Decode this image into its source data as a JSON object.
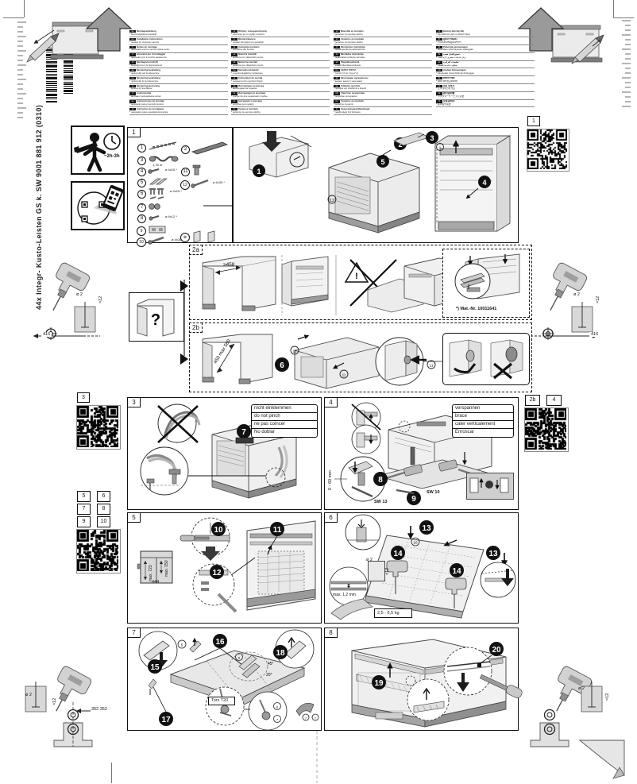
{
  "document": {
    "spine_text": "44x Integr- Kusto-Leisten GS   k. SW     9001 881 912   (0310)",
    "barcode_label": "9001 881 912"
  },
  "legend": {
    "columns": [
      {
        "entries": [
          {
            "tag": "de",
            "title": "Montageanleitung",
            "sub": "* bei Kundendienst benötigt"
          },
          {
            "tag": "en",
            "title": "Installation instructions",
            "sub": "* needed for customer service"
          },
          {
            "tag": "fr",
            "title": "Notice de montage",
            "sub": "* nécessaire pour le service après-vente"
          },
          {
            "tag": "it",
            "title": "Istruzioni per il montaggio",
            "sub": "* necessario per il servizio assistenza"
          },
          {
            "tag": "nl",
            "title": "Montagevoorschrift",
            "sub": "* benodigd voor de Servicedienst"
          },
          {
            "tag": "da",
            "title": "Monteringsvejledning",
            "sub": "* nødvendig ved kundeservice"
          },
          {
            "tag": "no",
            "title": "Monteringsveiledning",
            "sub": "* nødvendig for kundeservice"
          },
          {
            "tag": "sv",
            "title": "Monteringsanvisning",
            "sub": "* behövs för kundtjänst"
          },
          {
            "tag": "fi",
            "title": "Asennusohje",
            "sub": "* tarvitaan huoltopalvelua varten"
          },
          {
            "tag": "es",
            "title": "Instrucciones de montaje",
            "sub": "* necesario para el servicio técnico"
          },
          {
            "tag": "pt",
            "title": "Instruções de montagem",
            "sub": "* necessário para a assistência técnica"
          }
        ]
      },
      {
        "entries": [
          {
            "tag": "el",
            "title": "Οδηγίες συναρμολόγησης",
            "sub": "* απαιτείται για το σέρβις πελατών"
          },
          {
            "tag": "tr",
            "title": "Montaj kılavuzu",
            "sub": "* müşteri hizmetleri için gereklidir"
          },
          {
            "tag": "pl",
            "title": "Instrukcja montażu",
            "sub": "* potrzebne dla serwisu"
          },
          {
            "tag": "cs",
            "title": "Návod k montáži",
            "sub": "* potřebné pro zákaznický servis"
          },
          {
            "tag": "sk",
            "title": "Návod na montáž",
            "sub": "* potrebné pre zákaznícky servis"
          },
          {
            "tag": "hu",
            "title": "Szerelési útmutató",
            "sub": "* a vevőszolgálathoz szükséges"
          },
          {
            "tag": "ro",
            "title": "Instrucţiuni de montaj",
            "sub": "* necesar pentru serviciul clienţi"
          },
          {
            "tag": "bg",
            "title": "Инструкция за монтаж",
            "sub": "* необходимо за сервиза"
          },
          {
            "tag": "ru",
            "title": "Инструкция по монтажу",
            "sub": "* требуется для сервисной службы"
          },
          {
            "tag": "uk",
            "title": "Інструкція з монтажу",
            "sub": "* потрібно для сервісу"
          },
          {
            "tag": "hr",
            "title": "Uputa za montažu",
            "sub": "* potrebno za servisnu službu"
          }
        ]
      },
      {
        "entries": [
          {
            "tag": "sl",
            "title": "Navodila za montažo",
            "sub": "* potrebno za servisno službo"
          },
          {
            "tag": "sr",
            "title": "Uputstvo za montažu",
            "sub": "* potrebno za servisnu službu"
          },
          {
            "tag": "lt",
            "title": "Montavimo instrukcija",
            "sub": "* reikalinga klientų aptarnavimui"
          },
          {
            "tag": "lv",
            "title": "Montāžas instrukcija",
            "sub": "* nepieciešams klientu servisam"
          },
          {
            "tag": "et",
            "title": "Paigaldusjuhend",
            "sub": "* vajalik klienditeenindusele"
          },
          {
            "tag": "he",
            "title": "הוראות התקנה",
            "sub": "* נדרש עבור שירות לקוחות"
          },
          {
            "tag": "kk",
            "title": "Монтаждау нұсқаулығы",
            "sub": "* қызмет көрсету үшін қажет"
          },
          {
            "tag": "sq",
            "title": "Udhëzim montimi",
            "sub": "* nevojitet për shërbimin e klientit"
          },
          {
            "tag": "mk",
            "title": "Упатство за монтажа",
            "sub": "* потребно за сервисот"
          },
          {
            "tag": "bs",
            "title": "Uputstvo za montažu",
            "sub": "* potrebno za servis"
          },
          {
            "tag": "is",
            "title": "Uppsetningarleiðbeiningar",
            "sub": "* nauðsynlegt fyrir þjónustu"
          }
        ]
      },
      {
        "entries": [
          {
            "tag": "vi",
            "title": "Hướng dẫn lắp đặt",
            "sub": "* cần thiết cho dịch vụ khách hàng"
          },
          {
            "tag": "th",
            "title": "คู่มือการติดตั้ง",
            "sub": "* จำเป็นสำหรับศูนย์บริการ"
          },
          {
            "tag": "id",
            "title": "Petunjuk pemasangan",
            "sub": "* diperlukan untuk layanan pelanggan"
          },
          {
            "tag": "fa",
            "title": "دستورالعمل نصب",
            "sub": "* برای خدمات مشتری لازم است"
          },
          {
            "tag": "ar",
            "title": "تعليمات التركيب",
            "sub": "* مطلوب لخدمة العملاء"
          },
          {
            "tag": "ms",
            "title": "Arahan Pemasangan",
            "sub": "* Diperlukan untuk Khidmat Pelanggan"
          },
          {
            "tag": "hi",
            "title": "स्थापना निर्देश",
            "sub": "* ग्राहक सेवा हेतु आवश्यक"
          },
          {
            "tag": "ko",
            "title": "설치 설명서",
            "sub": "* 고객 서비스에 필요"
          },
          {
            "tag": "ja",
            "title": "据付説明書",
            "sub": "* カスタマーサービスに必要"
          },
          {
            "tag": "zh",
            "title": "安装说明书",
            "sub": "* 客户服务需要"
          }
        ]
      }
    ]
  },
  "cover": {
    "tool_time": "~2h-3h",
    "qr_app_label": ""
  },
  "qr_codes": [
    {
      "id": "qr-top-right",
      "labels": [
        "1"
      ]
    },
    {
      "id": "qr-left-3",
      "labels": [
        "3"
      ]
    },
    {
      "id": "qr-left-5to10",
      "labels": [
        "5",
        "6",
        "7",
        "8",
        "9",
        "10"
      ]
    },
    {
      "id": "qr-right-2b4",
      "labels": [
        "2b",
        "4"
      ]
    }
  ],
  "drill_templates": [
    {
      "id": "tpl-top-left",
      "diameter": "ø 2",
      "depth": "≈12",
      "distance": "416"
    },
    {
      "id": "tpl-top-right",
      "diameter": "ø 2",
      "depth": "≈12",
      "distance": "416"
    },
    {
      "id": "tpl-bottom-left",
      "diameter": "ø 2",
      "depth": "≈12",
      "distance": "352 352"
    },
    {
      "id": "tpl-bottom-right",
      "diameter": "ø 2",
      "depth": "≈12",
      "distance": ""
    }
  ],
  "panels": {
    "parts": {
      "number": "1",
      "items": [
        {
          "no": "1",
          "spec": ""
        },
        {
          "no": "2",
          "spec": ""
        },
        {
          "no": "3",
          "spec": "1,75 m"
        },
        {
          "no": "4",
          "spec": "ø 4x15  *"
        },
        {
          "no": "5",
          "spec": ""
        },
        {
          "no": "6",
          "spec": "ø 4x15  *"
        },
        {
          "no": "7",
          "spec": ""
        },
        {
          "no": "8",
          "spec": "ø 4x12  *"
        },
        {
          "no": "9",
          "spec": ""
        },
        {
          "no": "10",
          "spec": "ø 4x28  *"
        },
        {
          "no": "11",
          "spec": ""
        },
        {
          "no": "12",
          "spec": "ø 4x30  *"
        }
      ]
    },
    "p2a": {
      "number": "2a",
      "dim_min_width": "≥458",
      "material_note": "*) Mat.-Nr. 10011641"
    },
    "p2b": {
      "number": "2b",
      "dim_height": "450 max 580",
      "callouts": [
        "6"
      ],
      "check_mark": "✓",
      "cross_mark": "✗"
    },
    "p3": {
      "number": "3",
      "callouts": [
        "7"
      ],
      "warning": [
        "nicht einklemmen",
        "do not pinch",
        "ne pas coincer",
        "No doblar"
      ]
    },
    "p4": {
      "number": "4",
      "callouts": [
        "8",
        "9"
      ],
      "note": [
        "verspannen",
        "brace",
        "caler verticalement",
        "Enroscar"
      ],
      "dims": {
        "adjust_range": "0 - 60 mm",
        "wrench_a": "SW 13",
        "wrench_b": "SW 10"
      }
    },
    "p5": {
      "number": "5",
      "callouts": [
        "10",
        "11",
        "12"
      ],
      "dims": {
        "height_max": "max. 723",
        "gap_max": "max. 150",
        "width": "444"
      }
    },
    "p6": {
      "number": "6",
      "callouts": [
        "13",
        "14"
      ],
      "dims": {
        "hole": "ø 2",
        "depth": "≈12",
        "gap_max": "max. 1,2 mm",
        "weight": "2,5 - 6,5 kg"
      }
    },
    "p7": {
      "number": "7",
      "callouts": [
        "15",
        "16",
        "17",
        "18"
      ],
      "dims": {
        "driver": "Torx T20",
        "angle": "45°",
        "angle2": "20°"
      }
    },
    "p8": {
      "number": "8",
      "callouts": [
        "19",
        "20"
      ]
    }
  }
}
